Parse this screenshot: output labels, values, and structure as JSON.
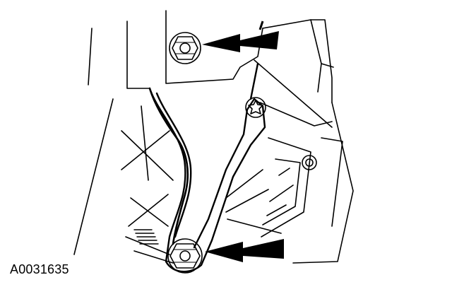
{
  "figure": {
    "id_label": "A0031635",
    "line_color": "#000000",
    "background_color": "#ffffff",
    "callouts": [
      {
        "name": "upper-bolt-callout-arrow",
        "points_to": "upper-bolt"
      },
      {
        "name": "lower-bolt-callout-arrow",
        "points_to": "lower-bolt"
      }
    ]
  }
}
